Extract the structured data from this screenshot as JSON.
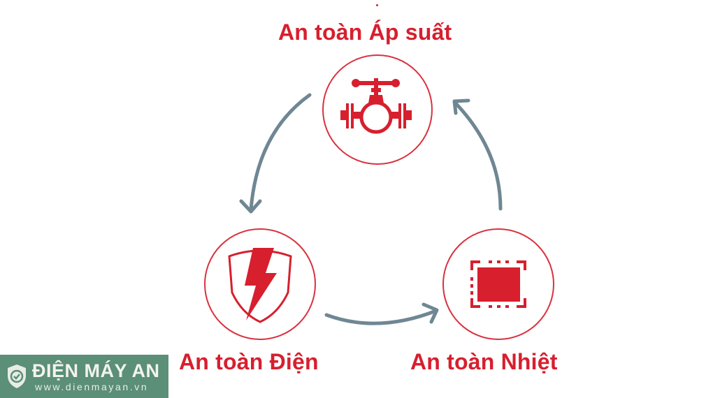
{
  "diagram": {
    "title_nodes": [
      {
        "id": "pressure",
        "label": "An toàn Áp suất",
        "icon": "valve-icon"
      },
      {
        "id": "electric",
        "label": "An toàn Điện",
        "icon": "shield-lightning-icon"
      },
      {
        "id": "thermal",
        "label": "An toàn Nhiệt",
        "icon": "chip-square-icon"
      }
    ],
    "edges": [
      {
        "from": "pressure",
        "to": "electric"
      },
      {
        "from": "electric",
        "to": "thermal"
      },
      {
        "from": "thermal",
        "to": "pressure"
      }
    ],
    "colors": {
      "accent": "#d71f2e",
      "arrow": "#6f8793",
      "logo_bg": "#5b8f77"
    }
  },
  "watermark": {
    "brand": "ĐIỆN MÁY AN",
    "url": "www.dienmayan.vn"
  }
}
